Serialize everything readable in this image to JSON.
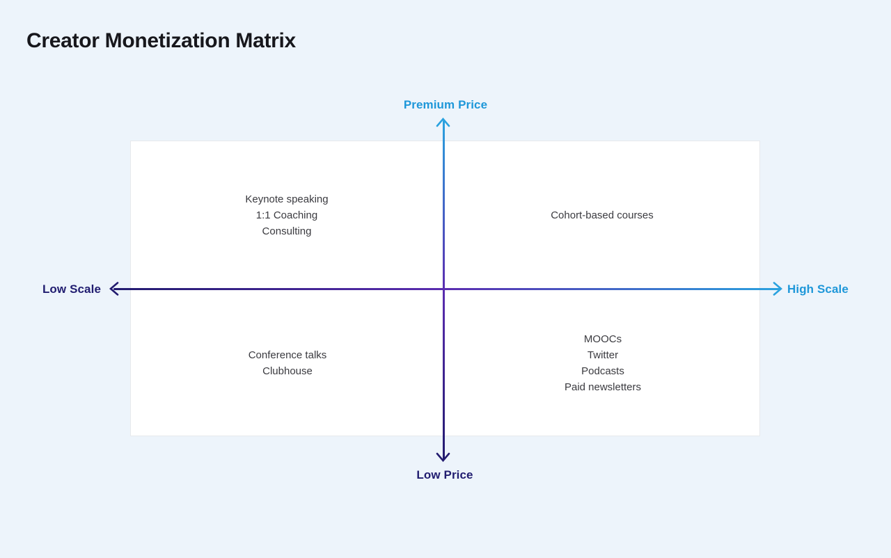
{
  "title": "Creator Monetization Matrix",
  "colors": {
    "background": "#edf4fb",
    "box_bg": "#ffffff",
    "box_border": "#e7e9ec",
    "navy": "#221b6f",
    "purple": "#5b2db0",
    "cyan": "#2aa2df",
    "label_cyan": "#1e97d9",
    "label_navy": "#211d70",
    "quadrant_text": "#3a3a3f",
    "title_color": "#17171c"
  },
  "axes": {
    "vertical": {
      "top_label": "Premium Price",
      "bottom_label": "Low Price"
    },
    "horizontal": {
      "left_label": "Low Scale",
      "right_label": "High Scale"
    }
  },
  "quadrants": {
    "top_left": {
      "position": "premium-price-low-scale",
      "items": [
        "Keynote speaking",
        "1:1 Coaching",
        "Consulting"
      ]
    },
    "top_right": {
      "position": "premium-price-high-scale",
      "items": [
        "Cohort-based courses"
      ]
    },
    "bottom_left": {
      "position": "low-price-low-scale",
      "items": [
        "Conference talks",
        "Clubhouse"
      ]
    },
    "bottom_right": {
      "position": "low-price-high-scale",
      "items": [
        "MOOCs",
        "Twitter",
        "Podcasts",
        "Paid newsletters"
      ]
    }
  }
}
